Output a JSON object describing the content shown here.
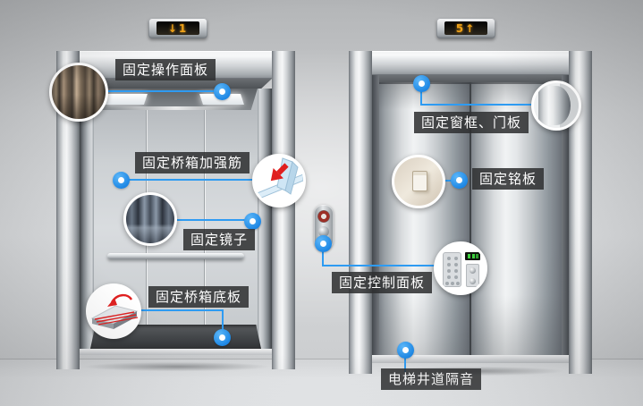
{
  "indicators": {
    "left": "↓1",
    "right": "5↑"
  },
  "callouts": {
    "op_panel": "固定操作面板",
    "reinforce": "固定桥箱加强筋",
    "mirror": "固定镜子",
    "floor_panel": "固定桥箱底板",
    "window_frame": "固定窗框、门板",
    "nameplate": "固定铭板",
    "control_panel": "固定控制面板",
    "shaft": "电梯井道隔音"
  },
  "colors": {
    "accent": "#2e9bf2",
    "label_bg": "#2d2e30",
    "indicator_text": "#f2a317"
  }
}
